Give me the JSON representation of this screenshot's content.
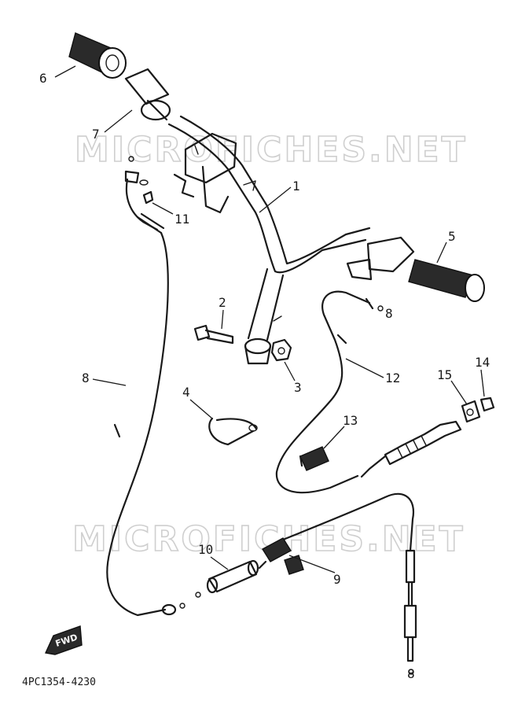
{
  "watermark": "MICROFICHES.NET",
  "diagram_code": "4PC1354-4230",
  "front_marker": "FWD",
  "callouts": {
    "p1": "1",
    "p2": "2",
    "p3": "3",
    "p4": "4",
    "p5": "5",
    "p6": "6",
    "p7": "7",
    "p8": "8",
    "p9": "9",
    "p10": "10",
    "p11": "11",
    "p12": "12",
    "p13": "13",
    "p14": "14",
    "p15": "15",
    "ref_a": "8",
    "ref_b": "8"
  }
}
